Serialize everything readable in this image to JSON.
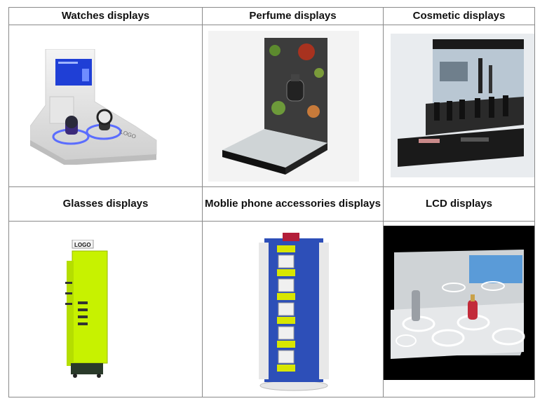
{
  "table": {
    "row1": {
      "headers": [
        "Watches displays",
        "Perfume displays",
        "Cosmetic displays"
      ]
    },
    "row2": {
      "headers": [
        "Glasses displays",
        "Moblie phone accessories displays",
        "LCD displays"
      ]
    }
  },
  "images": {
    "watch_logo_text": "LOGO",
    "glasses_logo_text": "LOGO"
  },
  "colors": {
    "border": "#8a8a8a",
    "glasses_green": "#c7f200",
    "lcd_black": "#000000"
  }
}
